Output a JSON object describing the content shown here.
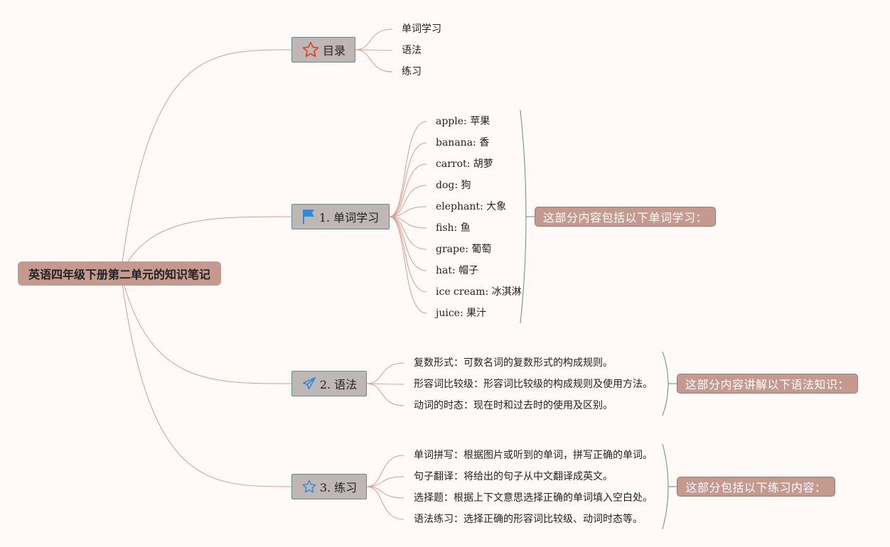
{
  "root": {
    "label": "英语四年级下册第二单元的知识笔记"
  },
  "branches": [
    {
      "label": "目录",
      "icon": "star-outline-red-icon",
      "items": [
        "单词学习",
        "语法",
        "练习"
      ]
    },
    {
      "label": "1. 单词学习",
      "icon": "flag-icon",
      "items": [
        "apple: 苹果",
        "banana: 香",
        "carrot: 胡萝",
        "dog: 狗",
        "elephant: 大象",
        "fish: 鱼",
        "grape: 葡萄",
        "hat: 帽子",
        "ice cream: 冰淇淋",
        "juice: 果汁"
      ],
      "summary": "这部分内容包括以下单词学习："
    },
    {
      "label": "2. 语法",
      "icon": "paper-plane-icon",
      "items": [
        "复数形式：可数名词的复数形式的构成规则。",
        "形容词比较级：形容词比较级的构成规则及使用方法。",
        "动词的时态：现在时和过去时的使用及区别。"
      ],
      "summary": "这部分内容讲解以下语法知识："
    },
    {
      "label": "3. 练习",
      "icon": "star-outline-blue-icon",
      "items": [
        "单词拼写：根据图片或听到的单词，拼写正确的单词。",
        "句子翻译：将给出的句子从中文翻译成英文。",
        "选择题：根据上下文意思选择正确的单词填入空白处。",
        "语法练习：选择正确的形容词比较级、动词时态等。"
      ],
      "summary": "这部分包括以下练习内容："
    }
  ],
  "colors": {
    "background": "#fffaf8",
    "root_fill": "#c59a8e",
    "branch_fill": "#bfb7b5",
    "branch_border": "#5c8f89",
    "connector": "#d4a090",
    "bracket": "#5c8f89",
    "icon_red": "#d9452f",
    "icon_blue": "#2a8fd6"
  }
}
